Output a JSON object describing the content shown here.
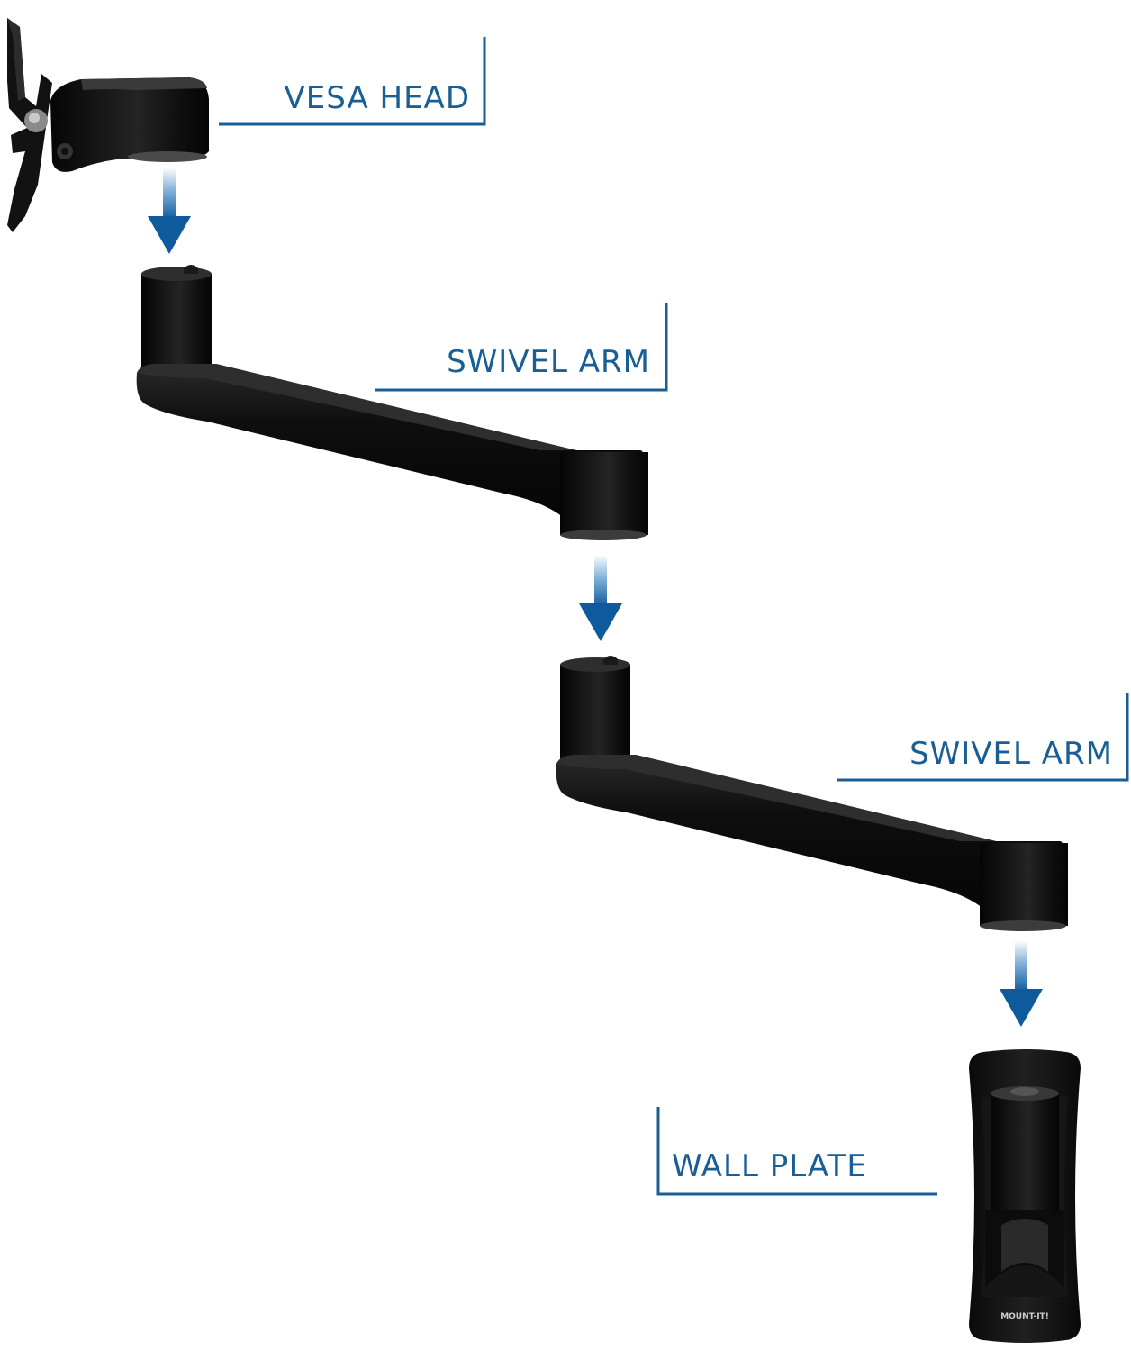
{
  "colors": {
    "label": "#1a5e96",
    "arrow_top": "#ffffff",
    "arrow_bottom": "#0f5a9c",
    "part_dark": "#0a0a0a",
    "part_mid": "#1e1e1e",
    "part_highlight": "#3a3a3a",
    "background": "#ffffff"
  },
  "labels": {
    "vesa_head": "VESA HEAD",
    "swivel_arm_1": "SWIVEL ARM",
    "swivel_arm_2": "SWIVEL ARM",
    "wall_plate": "WALL PLATE"
  },
  "wall_plate_logo": "MOUNT-IT!",
  "icons": {
    "arrow": "arrow-down-icon"
  }
}
